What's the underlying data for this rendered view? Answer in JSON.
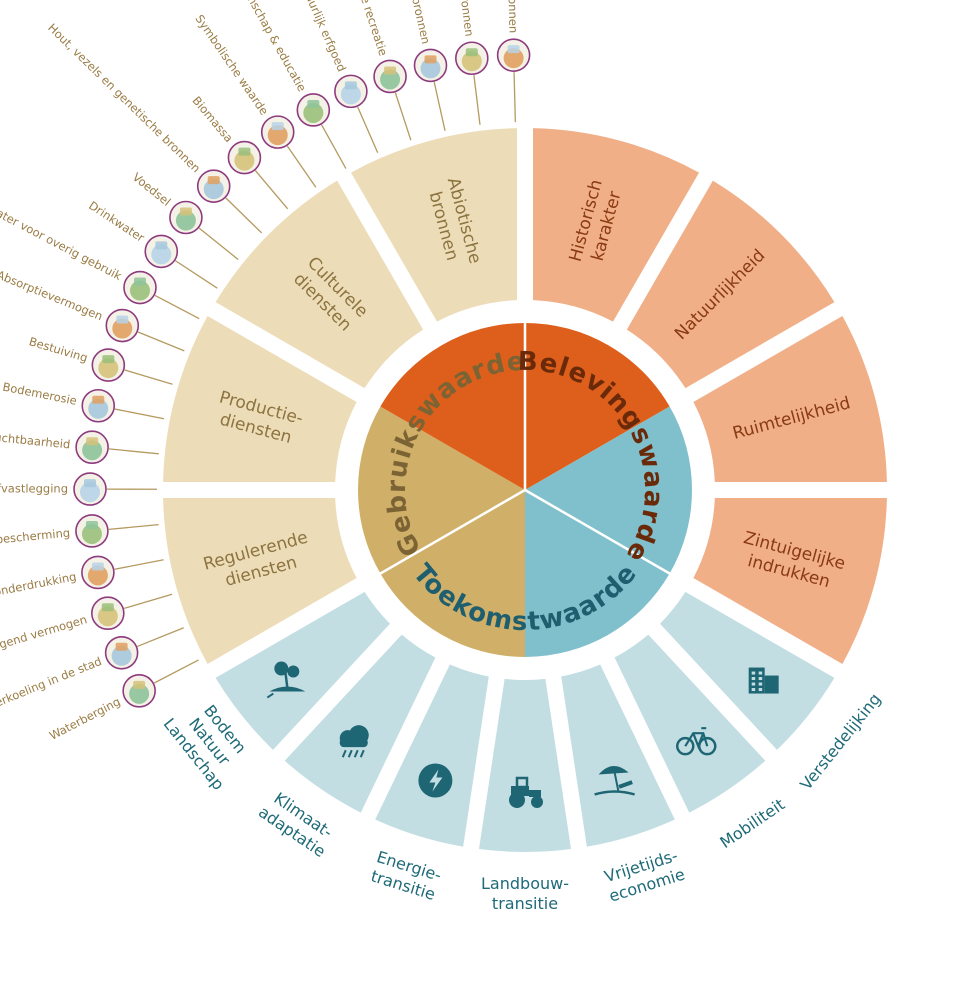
{
  "colors": {
    "gebruik_core": "#D0B068",
    "gebruik_ring": "#EDDCB8",
    "gebruik_text": "#8C7440",
    "beleving_core": "#DD5F1B",
    "beleving_ring": "#F0AF87",
    "beleving_text": "#8A3A12",
    "toekomst_core": "#80C0CC",
    "toekomst_ring": "#C3DEE3",
    "toekomst_text": "#1E6A78",
    "service_label": "#9A7C45",
    "leader": "#B59A60",
    "icon_fill": "#EAF2EA"
  },
  "core": {
    "gebruik": "Gebruikswaarde",
    "beleving": "Belevingswaarde",
    "toekomst": "Toekomstwaarde"
  },
  "gebruik_ring": [
    {
      "lines": [
        "Regulerende",
        "diensten"
      ]
    },
    {
      "lines": [
        "Productie-",
        "diensten"
      ]
    },
    {
      "lines": [
        "Culturele",
        "diensten"
      ]
    },
    {
      "lines": [
        "Abiotische",
        "bronnen"
      ]
    }
  ],
  "beleving_ring": [
    {
      "lines": [
        "Historisch",
        "karakter"
      ]
    },
    {
      "lines": [
        "Natuurlijkheid"
      ]
    },
    {
      "lines": [
        "Ruimtelijkheid"
      ]
    },
    {
      "lines": [
        "Zintuigelijke",
        "indrukken"
      ]
    }
  ],
  "toekomst_ring": [
    {
      "lines": [
        "Bodem",
        "Natuur",
        "Landschap"
      ],
      "icon": "plant-in-soil-icon"
    },
    {
      "lines": [
        "Klimaat-",
        "adaptatie"
      ],
      "icon": "rain-cloud-icon"
    },
    {
      "lines": [
        "Energie-",
        "transitie"
      ],
      "icon": "lightning-icon"
    },
    {
      "lines": [
        "Landbouw-",
        "transitie"
      ],
      "icon": "tractor-icon"
    },
    {
      "lines": [
        "Vrijetijds-",
        "economie"
      ],
      "icon": "beach-umbrella-icon"
    },
    {
      "lines": [
        "Mobiliteit"
      ],
      "icon": "bicycle-icon"
    },
    {
      "lines": [
        "Verstedelijking"
      ],
      "icon": "building-icon"
    }
  ],
  "services": [
    {
      "label": "Waterberging",
      "icon": "water-storage-icon"
    },
    {
      "label": "Verkoeling in de stad",
      "icon": "city-cooling-icon"
    },
    {
      "label": "Reinigend vermogen",
      "icon": "purifying-icon"
    },
    {
      "label": "Plaagonderdrukking",
      "icon": "ladybug-icon"
    },
    {
      "label": "Nutriëntencyclus bescherming",
      "icon": "nutrient-cycle-icon"
    },
    {
      "label": "Koolstofvastlegging",
      "icon": "co2-icon"
    },
    {
      "label": "Bodemvruchtbaarheid",
      "icon": "soil-fertility-icon"
    },
    {
      "label": "Bodemerosie",
      "icon": "erosion-icon"
    },
    {
      "label": "Bestuiving",
      "icon": "fruit-tree-icon"
    },
    {
      "label": "Absorptievermogen",
      "icon": "absorption-icon"
    },
    {
      "label": "Water voor overig gebruik",
      "icon": "water-pipes-icon"
    },
    {
      "label": "Drinkwater",
      "icon": "drinking-glass-icon"
    },
    {
      "label": "Voedsel",
      "icon": "shopping-cart-icon"
    },
    {
      "label": "Hout, vezels en genetische bronnen",
      "icon": "timber-icon"
    },
    {
      "label": "Biomassa",
      "icon": "biomass-pump-icon"
    },
    {
      "label": "Symbolische waarde",
      "icon": "checkered-heart-icon"
    },
    {
      "label": "Wetenschap & educatie",
      "icon": "microscope-icon"
    },
    {
      "label": "Natuurlijk erfgoed",
      "icon": "bird-icon"
    },
    {
      "label": "Groene recreatie",
      "icon": "cyclist-icon"
    },
    {
      "label": "Fossiele energiebronnen",
      "icon": "oil-rig-icon"
    },
    {
      "label": "Minerale bronnen",
      "icon": "minerals-icon"
    },
    {
      "label": "Duurzame energiebronnen",
      "icon": "wind-turbine-icon"
    }
  ]
}
